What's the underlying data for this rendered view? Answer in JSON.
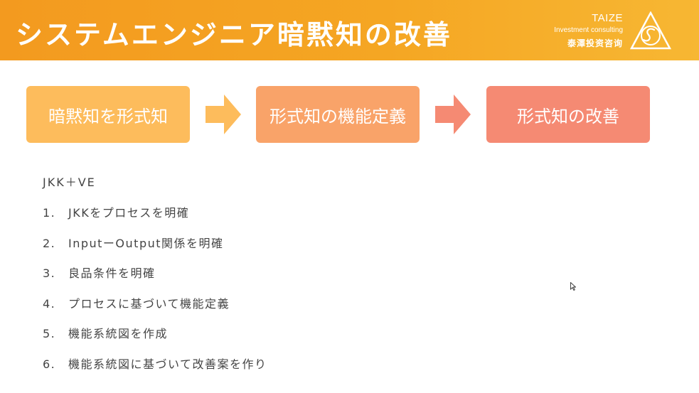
{
  "header": {
    "title": "システムエンジニア暗黙知の改善",
    "brand_en": "TAIZE",
    "brand_sub": "Investment consulting",
    "brand_cn": "泰澤投资咨询",
    "logo_icon": "taize-triangle-logo-icon"
  },
  "colors": {
    "header_start": "#f39a1f",
    "header_end": "#f7b733",
    "step1": "#fdbc5c",
    "step2": "#f9a369",
    "step3": "#f58a73",
    "arrow1": "#fdbc5c",
    "arrow2": "#f58a73"
  },
  "flow": {
    "steps": [
      {
        "label": "暗黙知を形式知"
      },
      {
        "label": "形式知の機能定義"
      },
      {
        "label": "形式知の改善"
      }
    ]
  },
  "content": {
    "subtitle": "JKK＋VE",
    "items": [
      {
        "num": "1.",
        "text": "JKKをプロセスを明確"
      },
      {
        "num": "2.",
        "text": "InputーOutput関係を明確"
      },
      {
        "num": "3.",
        "text": "良品条件を明確"
      },
      {
        "num": "4.",
        "text": "プロセスに基づいて機能定義"
      },
      {
        "num": "5.",
        "text": "機能系統図を作成"
      },
      {
        "num": "6.",
        "text": "機能系統図に基づいて改善案を作り"
      }
    ]
  }
}
